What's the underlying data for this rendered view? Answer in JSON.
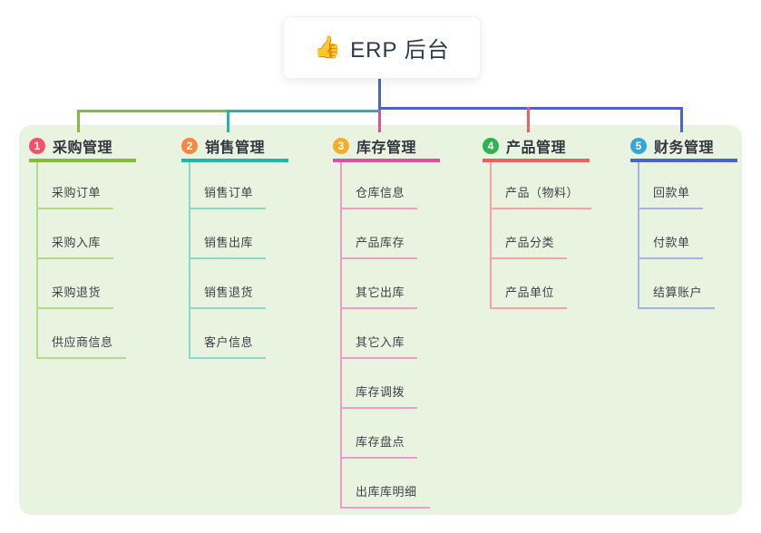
{
  "root": {
    "icon_glyph": "👍",
    "label": "ERP 后台"
  },
  "panel": {
    "bg": "#e8f4e0"
  },
  "branches": [
    {
      "index": "1",
      "label": "采购管理",
      "color": "#84ba3f",
      "tint": "#b4d98b",
      "badge_color": "#f4516c",
      "items": [
        "采购订单",
        "采购入库",
        "采购退货",
        "供应商信息"
      ]
    },
    {
      "index": "2",
      "label": "销售管理",
      "color": "#23b6a8",
      "tint": "#8bd6cd",
      "badge_color": "#f8873f",
      "items": [
        "销售订单",
        "销售出库",
        "销售退货",
        "客户信息"
      ]
    },
    {
      "index": "3",
      "label": "库存管理",
      "color": "#df4f9c",
      "tint": "#f09bc8",
      "badge_color": "#f9ad27",
      "items": [
        "仓库信息",
        "产品库存",
        "其它出库",
        "其它入库",
        "库存调拨",
        "库存盘点",
        "出库库明细"
      ]
    },
    {
      "index": "4",
      "label": "产品管理",
      "color": "#f15e5e",
      "tint": "#f7a3a3",
      "badge_color": "#2db451",
      "items": [
        "产品（物料）",
        "产品分类",
        "产品单位"
      ]
    },
    {
      "index": "5",
      "label": "财务管理",
      "color": "#4a65c5",
      "tint": "#a6b3e2",
      "badge_color": "#36a5dd",
      "items": [
        "回款单",
        "付款单",
        "结算账户"
      ]
    }
  ]
}
